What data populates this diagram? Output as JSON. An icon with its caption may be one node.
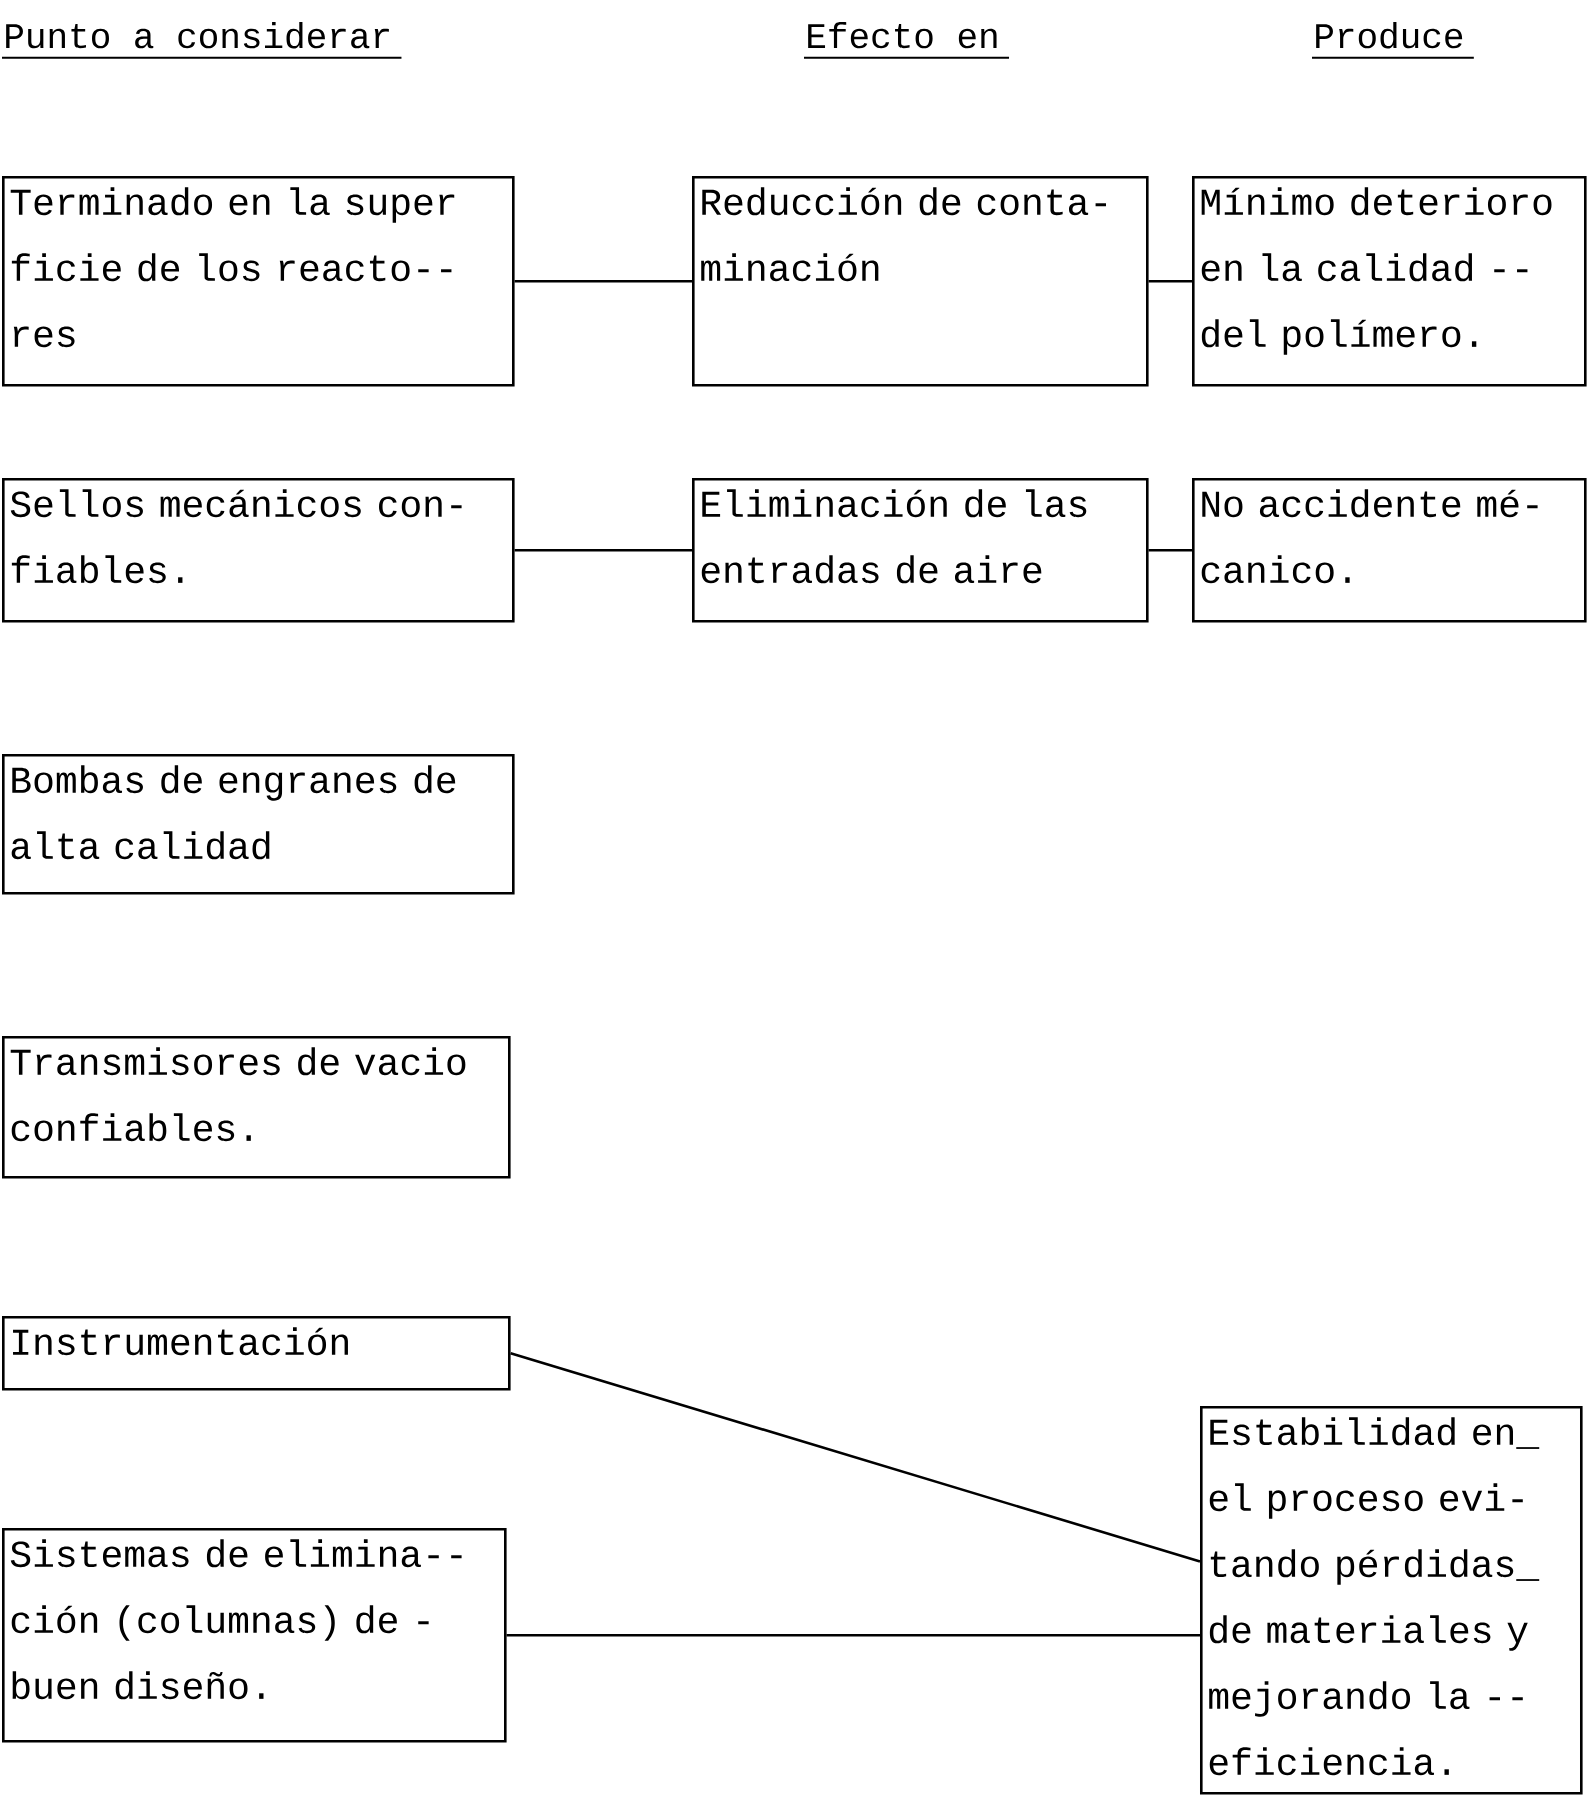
{
  "diagram": {
    "nodes": [
      {
        "text": [
          "Terminado en la super ficie de los reacto-- res"
        ]
      },
      {
        "text": [
          "Reducción de conta- minación"
        ]
      },
      {
        "text": [
          "Mínimo deterioro en la calidad -- del polímero."
        ]
      },
      {
        "text": [
          "Sellos mecánicos con- fiables."
        ]
      },
      {
        "text": [
          "Eliminación de las entradas de aire"
        ]
      },
      {
        "text": [
          "No accidente mé- canico."
        ]
      },
      {
        "text": [
          "Bombas de engranes de alta calidad"
        ]
      },
      {
        "text": [
          "Transmisores de vacio confiables."
        ]
      },
      {
        "text": [
          "Instrumentación"
        ]
      },
      {
        "text": [
          "Estabilidad en_ el proceso evi- tando pérdidas_ de materiales y mejorando la -- eficiencia."
        ]
      },
      {
        "text": [
          "Sistemas de elimina-- ción (columnas) de - buen diseño."
        ]
      }
    ],
    "edges": [
      {
        "from": 0,
        "to": 1,
        "arrow": "none"
      },
      {
        "from": 1,
        "to": 2,
        "arrow": "none"
      },
      {
        "from": 3,
        "to": 4,
        "arrow": "none"
      },
      {
        "from": 4,
        "to": 5,
        "arrow": "none"
      },
      {
        "from": 8,
        "to": 9,
        "arrow": "none"
      },
      {
        "from": 10,
        "to": 9,
        "arrow": "none"
      }
    ],
    "labels": [
      "Punto a considerar",
      "Efecto en",
      "Produce"
    ]
  }
}
